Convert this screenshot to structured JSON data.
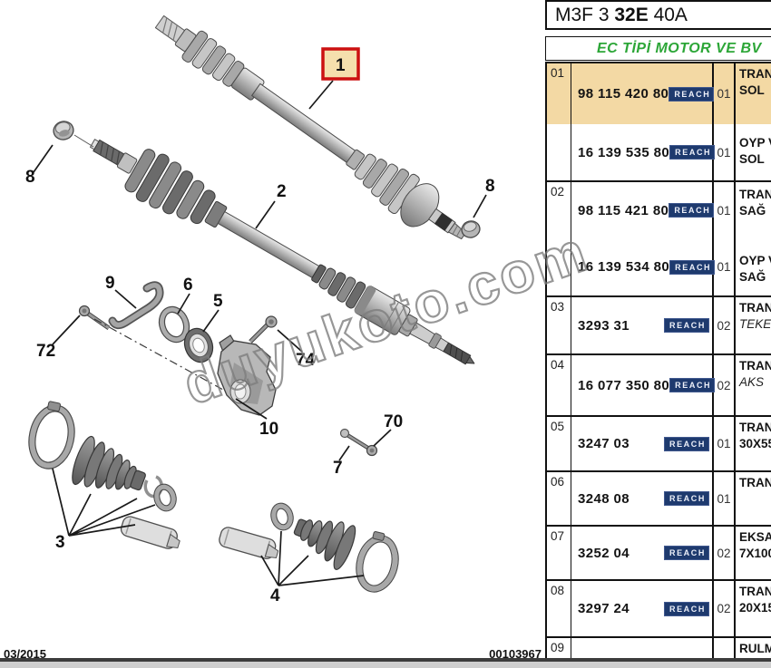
{
  "header": {
    "code_prefix": "M3F 3 ",
    "code_bold": "32E",
    "code_suffix": " 40A",
    "title": "EC TİPİ MOTOR VE BV"
  },
  "reach_label": "REACH",
  "watermark": "duyukoto.com",
  "footer": {
    "date": "03/2015",
    "doc_number": "00103967"
  },
  "colors": {
    "row_highlight": "#F3D9A4",
    "reach_bg": "#1E3A6E",
    "title_green": "#2CA637",
    "callout_box_red": "#CC1111",
    "callout_box_fill": "#F5DFAD"
  },
  "table": {
    "groups": [
      {
        "num": "01",
        "rows": [
          {
            "ref": "98 115 420 80",
            "qty": "01",
            "line1": "TRAN",
            "line2": "SOL"
          },
          {
            "ref": "16 139 535 80",
            "qty": "01",
            "line1": "OYP V",
            "line2": "SOL"
          }
        ]
      },
      {
        "num": "02",
        "rows": [
          {
            "ref": "98 115 421 80",
            "qty": "01",
            "line1": "TRAN",
            "line2": "SAĞ"
          },
          {
            "ref": "16 139 534 80",
            "qty": "01",
            "line1": "OYP V",
            "line2": "SAĞ"
          }
        ]
      },
      {
        "num": "03",
        "rows": [
          {
            "ref": "3293 31",
            "qty": "02",
            "line1": "TRAN",
            "line2": "TEKE"
          }
        ]
      },
      {
        "num": "04",
        "rows": [
          {
            "ref": "16 077 350 80",
            "qty": "02",
            "line1": "TRAN",
            "line2": "AKS"
          }
        ]
      },
      {
        "num": "05",
        "rows": [
          {
            "ref": "3247 03",
            "qty": "01",
            "line1": "TRAN",
            "line2": "30X55"
          }
        ]
      },
      {
        "num": "06",
        "rows": [
          {
            "ref": "3248 08",
            "qty": "01",
            "line1": "TRAN",
            "line2": ""
          }
        ]
      },
      {
        "num": "07",
        "rows": [
          {
            "ref": "3252 04",
            "qty": "02",
            "line1": "EKSA",
            "line2": "7X100"
          }
        ]
      },
      {
        "num": "08",
        "rows": [
          {
            "ref": "3297 24",
            "qty": "02",
            "line1": "TRAN",
            "line2": "20X15"
          }
        ]
      },
      {
        "num": "09",
        "rows": [
          {
            "ref": "",
            "qty": "",
            "line1": "RULM",
            "line2": ""
          }
        ]
      }
    ]
  },
  "diagram": {
    "callouts": [
      "1",
      "2",
      "8",
      "8",
      "9",
      "6",
      "5",
      "72",
      "74",
      "10",
      "70",
      "7",
      "3",
      "4"
    ]
  }
}
